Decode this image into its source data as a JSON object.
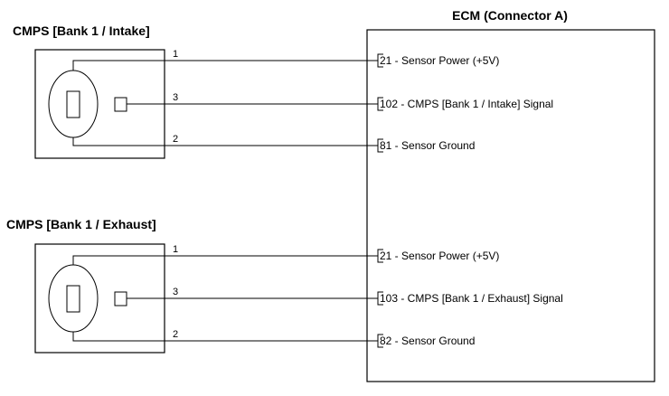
{
  "ecm": {
    "title": "ECM (Connector A)"
  },
  "sensors": [
    {
      "title": "CMPS [Bank 1 / Intake]",
      "pins": [
        {
          "wire": "1",
          "terminal": "21",
          "label": "21 - Sensor Power (+5V)"
        },
        {
          "wire": "3",
          "terminal": "102",
          "label": "102 - CMPS [Bank 1 / Intake] Signal"
        },
        {
          "wire": "2",
          "terminal": "81",
          "label": "81 - Sensor Ground"
        }
      ]
    },
    {
      "title": "CMPS [Bank 1 / Exhaust]",
      "pins": [
        {
          "wire": "1",
          "terminal": "21",
          "label": "21 - Sensor Power (+5V)"
        },
        {
          "wire": "3",
          "terminal": "103",
          "label": "103 - CMPS [Bank 1 / Exhaust] Signal"
        },
        {
          "wire": "2",
          "terminal": "82",
          "label": "82 - Sensor Ground"
        }
      ]
    }
  ]
}
